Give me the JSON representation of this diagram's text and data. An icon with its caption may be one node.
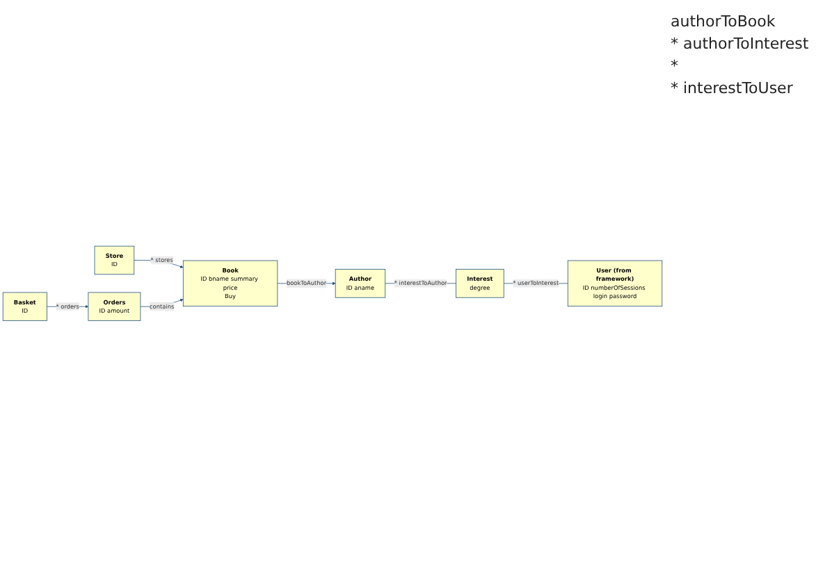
{
  "diagram": {
    "nodes": [
      {
        "text": [
          "Store",
          "ID"
        ]
      },
      {
        "text": [
          "Book",
          "ID bname summary price",
          "Buy"
        ]
      },
      {
        "text": [
          "Author",
          "ID aname"
        ]
      },
      {
        "text": [
          "Interest",
          "degree"
        ]
      },
      {
        "text": [
          "Orders",
          "ID amount"
        ]
      },
      {
        "text": [
          "Basket",
          "ID"
        ]
      },
      {
        "text": [
          "User (from framework)",
          "ID numberOfSessions login password"
        ]
      }
    ],
    "edges": [
      {
        "from": 0,
        "to": 1,
        "arrow": "to",
        "label": "* stores"
      },
      {
        "from": 1,
        "to": 2,
        "arrow": "to",
        "label": "bookToAuthor"
      },
      {
        "from": 2,
        "to": 3,
        "arrow": "none",
        "label": "* interestToAuthor"
      },
      {
        "from": 4,
        "to": 1,
        "arrow": "to",
        "label": "contains"
      },
      {
        "from": 5,
        "to": 4,
        "arrow": "to",
        "label": "* orders"
      },
      {
        "from": 3,
        "to": 6,
        "arrow": "none",
        "label": "* userToInterest"
      }
    ],
    "labels": [
      "authorToBook",
      "* authorToInterest",
      "*",
      "* interestToUser"
    ]
  }
}
